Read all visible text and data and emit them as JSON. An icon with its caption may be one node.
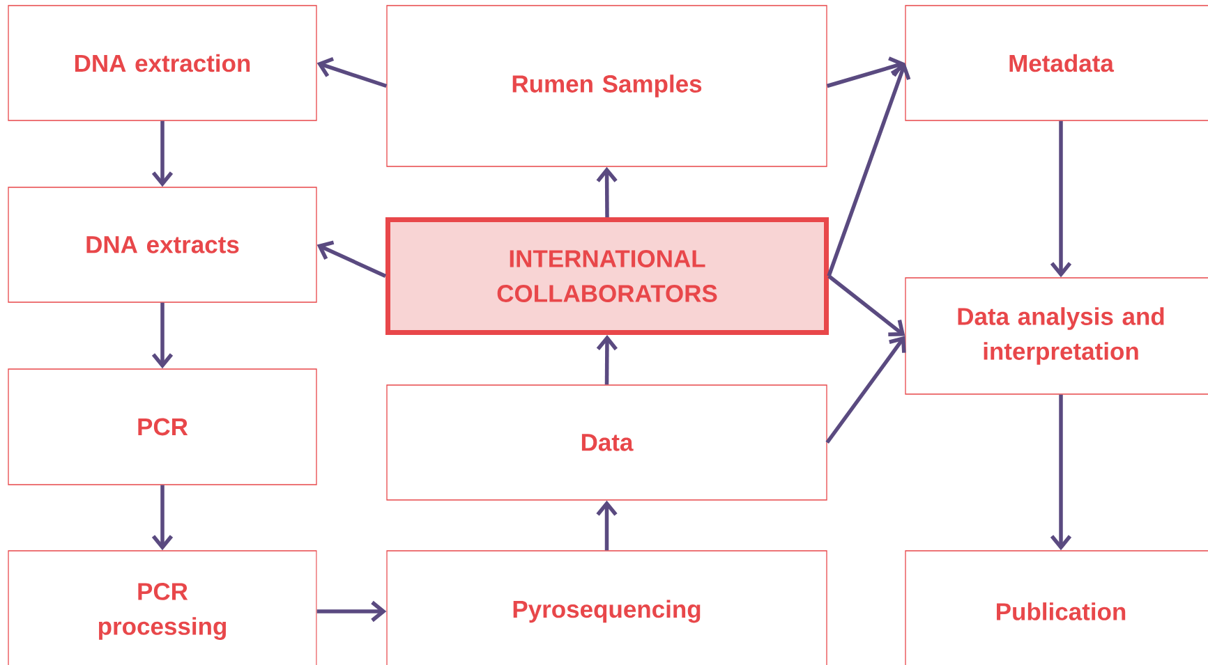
{
  "diagram": {
    "nodes": [
      {
        "text": [
          "DNA extraction"
        ]
      },
      {
        "text": [
          "Rumen Samples"
        ]
      },
      {
        "text": [
          "Metadata"
        ]
      },
      {
        "text": [
          "DNA extracts"
        ]
      },
      {
        "text": [
          "INTERNATIONAL COLLABORATORS"
        ]
      },
      {
        "text": [
          "Data analysis and interpretation"
        ]
      },
      {
        "text": [
          "PCR"
        ]
      },
      {
        "text": [
          "Data"
        ]
      },
      {
        "text": [
          "PCR processing"
        ]
      },
      {
        "text": [
          "Pyrosequencing"
        ]
      },
      {
        "text": [
          "Publication"
        ]
      }
    ],
    "edges": [
      {
        "from": 1,
        "to": 0,
        "arrow": "to"
      },
      {
        "from": 0,
        "to": 3,
        "arrow": "to"
      },
      {
        "from": 4,
        "to": 3,
        "arrow": "to"
      },
      {
        "from": 3,
        "to": 6,
        "arrow": "to"
      },
      {
        "from": 6,
        "to": 8,
        "arrow": "to"
      },
      {
        "from": 8,
        "to": 9,
        "arrow": "to"
      },
      {
        "from": 9,
        "to": 7,
        "arrow": "to"
      },
      {
        "from": 7,
        "to": 4,
        "arrow": "to"
      },
      {
        "from": 4,
        "to": 1,
        "arrow": "to"
      },
      {
        "from": 1,
        "to": 2,
        "arrow": "to"
      },
      {
        "from": 4,
        "to": 2,
        "arrow": "to"
      },
      {
        "from": 4,
        "to": 5,
        "arrow": "to"
      },
      {
        "from": 7,
        "to": 5,
        "arrow": "to"
      },
      {
        "from": 2,
        "to": 5,
        "arrow": "to"
      },
      {
        "from": 5,
        "to": 10,
        "arrow": "to"
      }
    ]
  }
}
